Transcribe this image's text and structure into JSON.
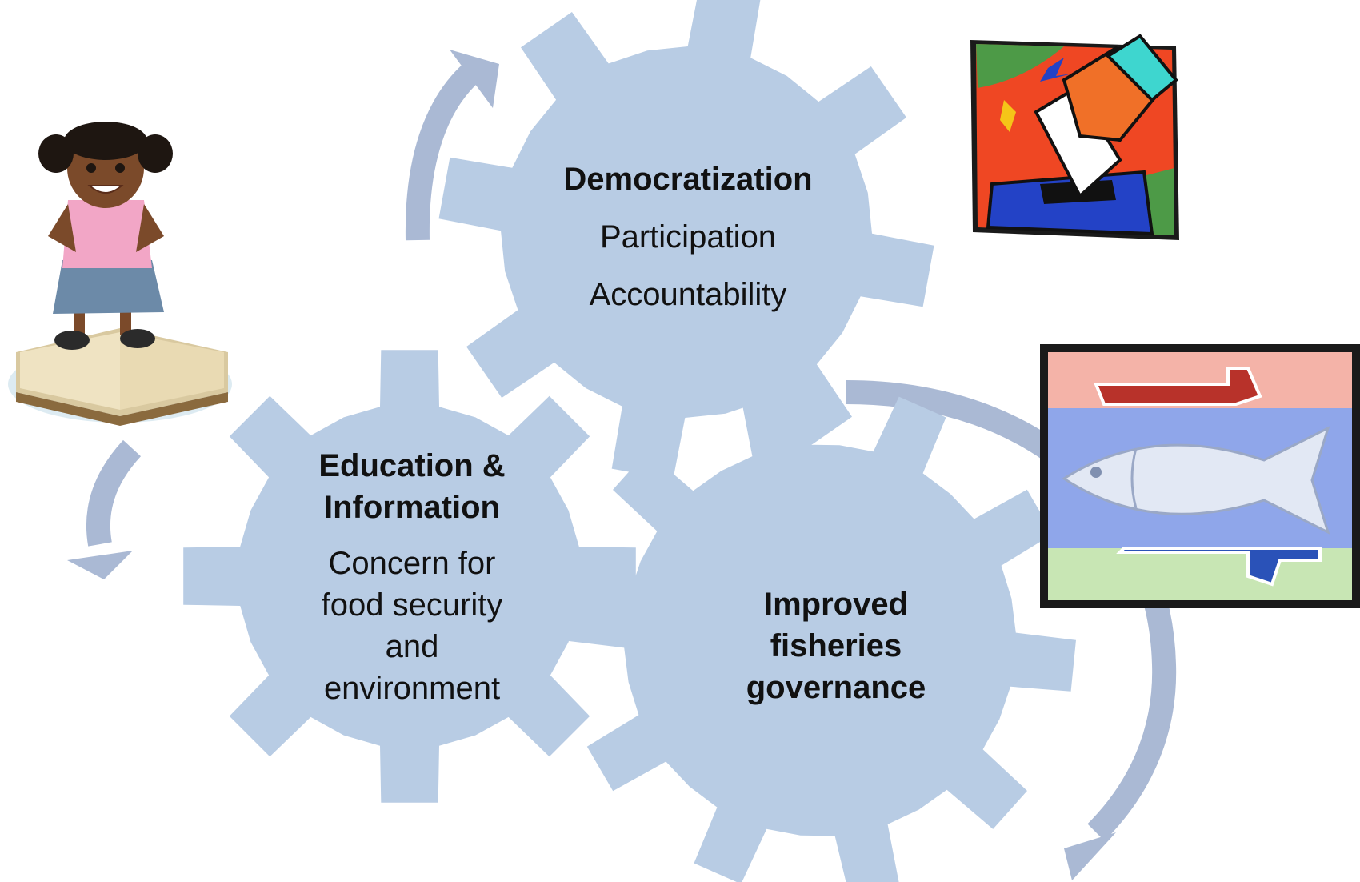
{
  "diagram": {
    "colors": {
      "gear": "#b8cce4",
      "arrow": "#aab9d4",
      "text": "#111111"
    },
    "gears": [
      {
        "id": "democratization",
        "title": "Democratization",
        "lines": [
          "Participation",
          "Accountability"
        ]
      },
      {
        "id": "education",
        "title_lines": [
          "Education &",
          "Information"
        ],
        "body_lines": [
          "Concern for",
          "food security",
          "and",
          "environment"
        ]
      },
      {
        "id": "governance",
        "title_lines": [
          "Improved",
          "fisheries",
          "governance"
        ]
      }
    ],
    "images": [
      {
        "id": "girl-on-book",
        "icon": "girl-standing-on-book-illustration"
      },
      {
        "id": "ballot",
        "icon": "ballot-box-voting-illustration"
      },
      {
        "id": "fish",
        "icon": "fish-and-boats-illustration"
      }
    ]
  }
}
